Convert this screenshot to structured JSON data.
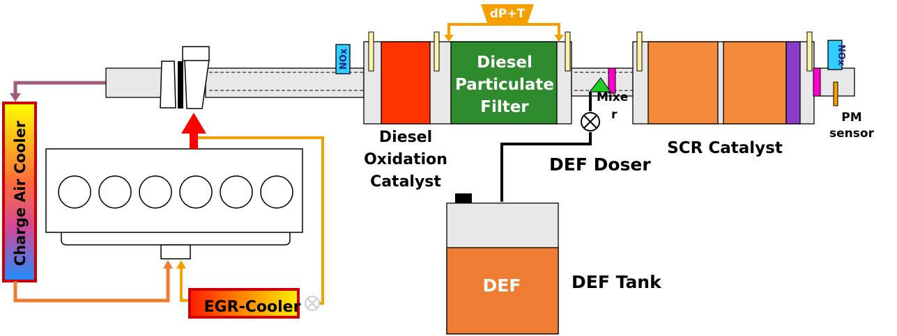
{
  "labels": {
    "charge_air_cooler": "Charge Air Cooler",
    "egr_cooler": "EGR-Cooler",
    "nox_1": "NOx",
    "nox_2": "NOx",
    "dp_sensor": "dP+T",
    "dpf": [
      "Diesel",
      "Particulate",
      "Filter"
    ],
    "doc": [
      "Diesel",
      "Oxidation",
      "Catalyst"
    ],
    "mixer": [
      "Mixe",
      "r"
    ],
    "def_doser": "DEF Doser",
    "scr_catalyst": "SCR Catalyst",
    "pm_sensor": [
      "PM",
      "sensor"
    ],
    "def_in_tank": "DEF",
    "def_tank": "DEF Tank"
  },
  "colors": {
    "pipe_fill": "#e8e8e8",
    "doc_core": "#ff3300",
    "dpf_core": "#2e8b2e",
    "scr_core": "#f58a3a",
    "scr_end": "#8a3cc8",
    "sensor_yellow": "#fff4a8",
    "nox_cyan": "#33ccff",
    "mixer_magenta": "#ff00cc",
    "def_orange": "#ee7d33",
    "egr_line": "#f5a000",
    "charge_line": "#ee7d33",
    "intake_line": "#a05a7a",
    "turbo_arrow": "#ff0000",
    "doser_green": "#22cc22"
  }
}
